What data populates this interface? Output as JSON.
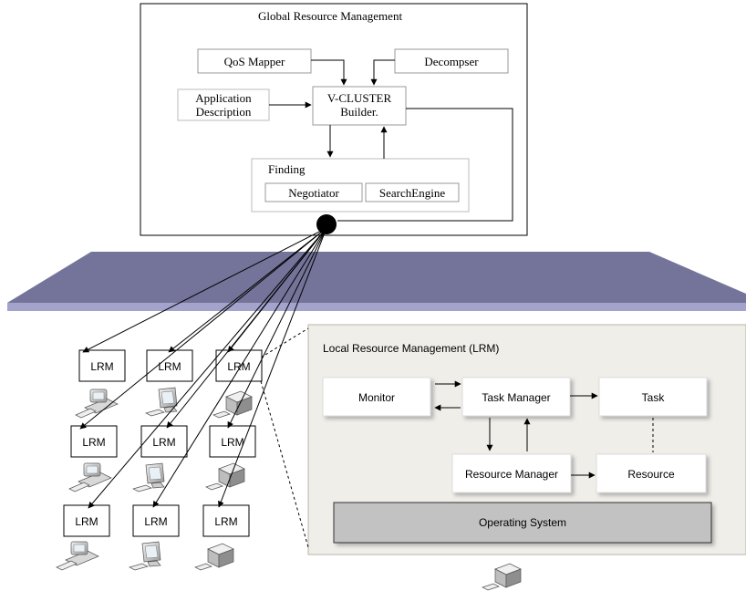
{
  "global": {
    "title": "Global Resource Management",
    "qos_mapper": "QoS Mapper",
    "decomposer": "Decompser",
    "app_desc_line1": "Application",
    "app_desc_line2": "Description",
    "builder_line1": "V-CLUSTER",
    "builder_line2": "Builder.",
    "finding": "Finding",
    "negotiator": "Negotiator",
    "search_engine": "SearchEngine"
  },
  "lrm_label": "LRM",
  "local": {
    "title": "Local Resource Management (LRM)",
    "monitor": "Monitor",
    "task_manager": "Task Manager",
    "task": "Task",
    "resource_manager": "Resource Manager",
    "resource": "Resource",
    "operating_system": "Operating System"
  },
  "colors": {
    "plane": "#74749a",
    "plane_edge": "#a3a3cc",
    "local_panel": "#f0eee9",
    "os_bar": "#c2c2c2"
  }
}
